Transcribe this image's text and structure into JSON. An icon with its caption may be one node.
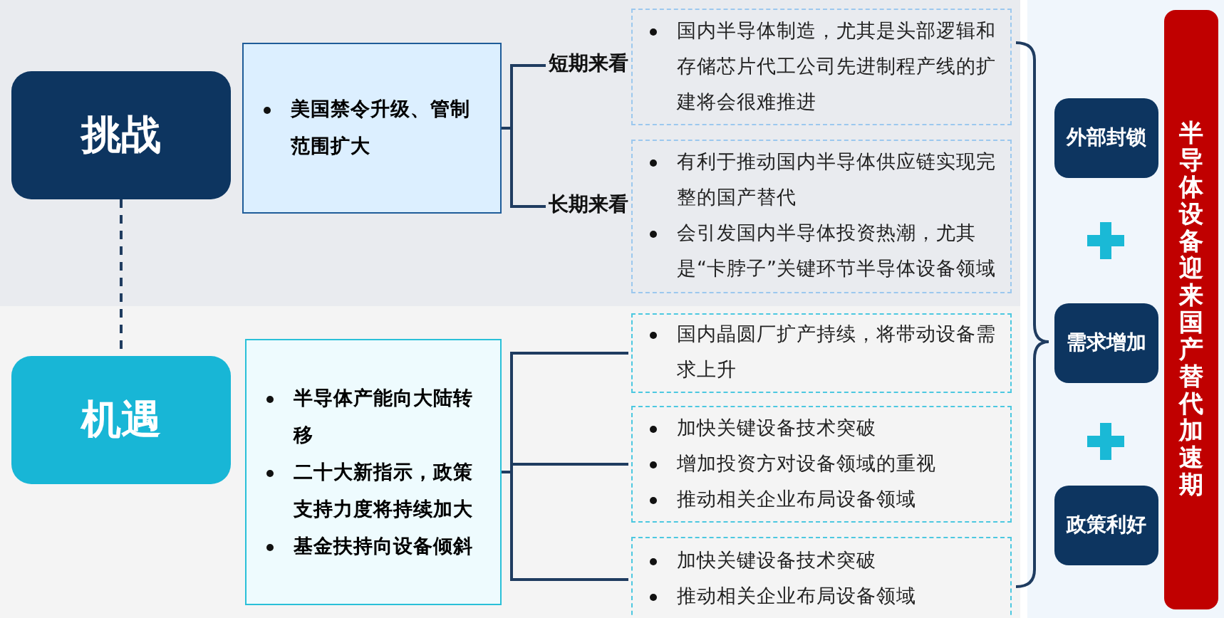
{
  "diagram": {
    "nodes": [
      {
        "text": [
          "挑战"
        ]
      },
      {
        "text": [
          "美国禁令升级、管制范围扩大"
        ]
      },
      {
        "text": [
          "短期来看"
        ]
      },
      {
        "text": [
          "长期来看"
        ]
      },
      {
        "text": [
          "国内半导体制造，尤其是头部逻辑和存储芯片代工公司先进制程产线的扩建将会很难推进"
        ]
      },
      {
        "text": [
          "有利于推动国内半导体供应链实现完整的国产替代",
          "会引发国内半导体投资热潮，尤其是“卡脖子”关键环节半导体设备领域"
        ]
      },
      {
        "text": [
          "机遇"
        ]
      },
      {
        "text": [
          "半导体产能向大陆转移",
          "二十大新指示，政策支持力度将持续加大",
          "基金扶持向设备倾斜"
        ]
      },
      {
        "text": [
          "国内晶圆厂扩产持续，将带动设备需求上升"
        ]
      },
      {
        "text": [
          "加快关键设备技术突破",
          "增加投资方对设备领域的重视",
          "推动相关企业布局设备领域"
        ]
      },
      {
        "text": [
          "加快关键设备技术突破",
          "推动相关企业布局设备领域"
        ]
      },
      {
        "text": [
          "外部封锁"
        ]
      },
      {
        "text": [
          "需求增加"
        ]
      },
      {
        "text": [
          "政策利好"
        ]
      },
      {
        "text": [
          "半导体设备迎来国产替代加速期"
        ]
      }
    ],
    "edges": [
      {
        "from": 0,
        "to": 6,
        "arrow": "none",
        "style": "dashed"
      },
      {
        "from": 1,
        "to": 2,
        "arrow": "none"
      },
      {
        "from": 1,
        "to": 3,
        "arrow": "none"
      },
      {
        "from": 7,
        "to": 8,
        "arrow": "none"
      },
      {
        "from": 7,
        "to": 9,
        "arrow": "none"
      },
      {
        "from": 7,
        "to": 10,
        "arrow": "none"
      }
    ]
  }
}
